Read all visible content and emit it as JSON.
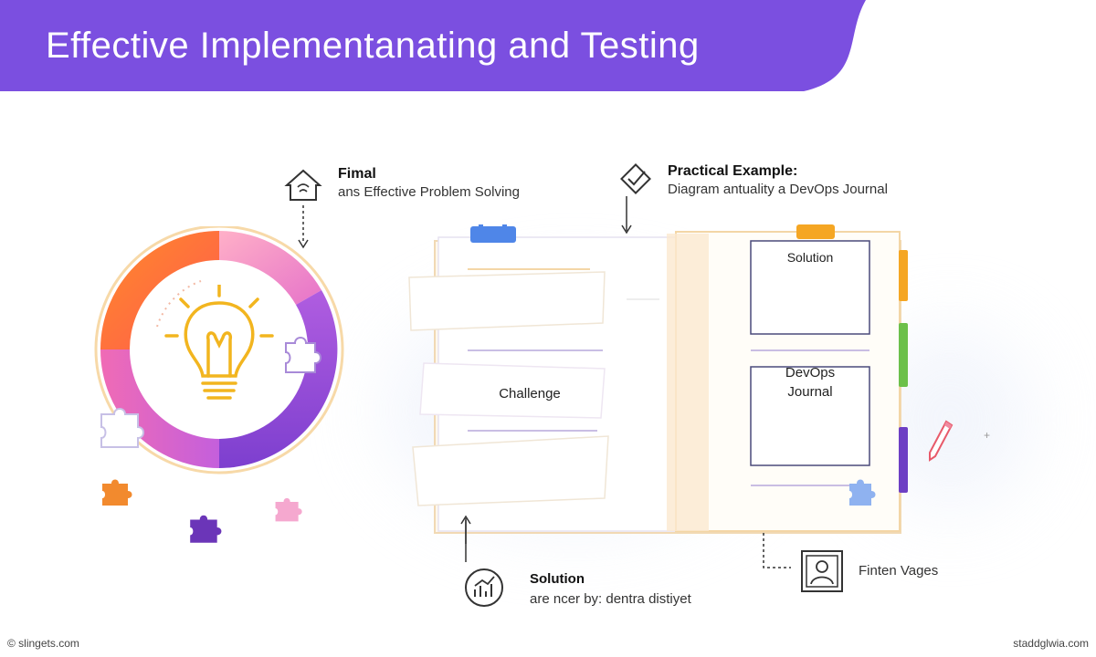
{
  "header": {
    "title": "Effective Implementanating and Testing"
  },
  "top_left": {
    "title": "Fimal",
    "subtitle": "ans Effective Problem Solving"
  },
  "top_right": {
    "title": "Practical Example:",
    "subtitle": "Diagram antuality a DevOps Journal"
  },
  "notebook": {
    "left_card": "Challenge",
    "right_box_top": "Solution",
    "right_box_mid": "DevOps Journal"
  },
  "bottom_left": {
    "title": "Solution",
    "subtitle": "are ncer by: dentra distiyet"
  },
  "bottom_right": {
    "label": "Finten Vages"
  },
  "footer": {
    "left": "© slingets.com",
    "right": "staddglwia.com"
  },
  "colors": {
    "banner": "#7b4fe0",
    "ring_orange": "#ff6f3a",
    "ring_pink": "#f36fb3",
    "ring_purple": "#9b4ddc",
    "bulb": "#f5b82e",
    "tab_blue": "#4f86e8",
    "tab_orange": "#f5a623",
    "tab_green": "#6cc04a",
    "tab_purple": "#6d3fc4"
  },
  "icons": [
    "house-icon",
    "diamond-check-icon",
    "lightbulb-icon",
    "puzzle-icon",
    "chart-icon",
    "portrait-frame-icon",
    "pencil-icon"
  ]
}
